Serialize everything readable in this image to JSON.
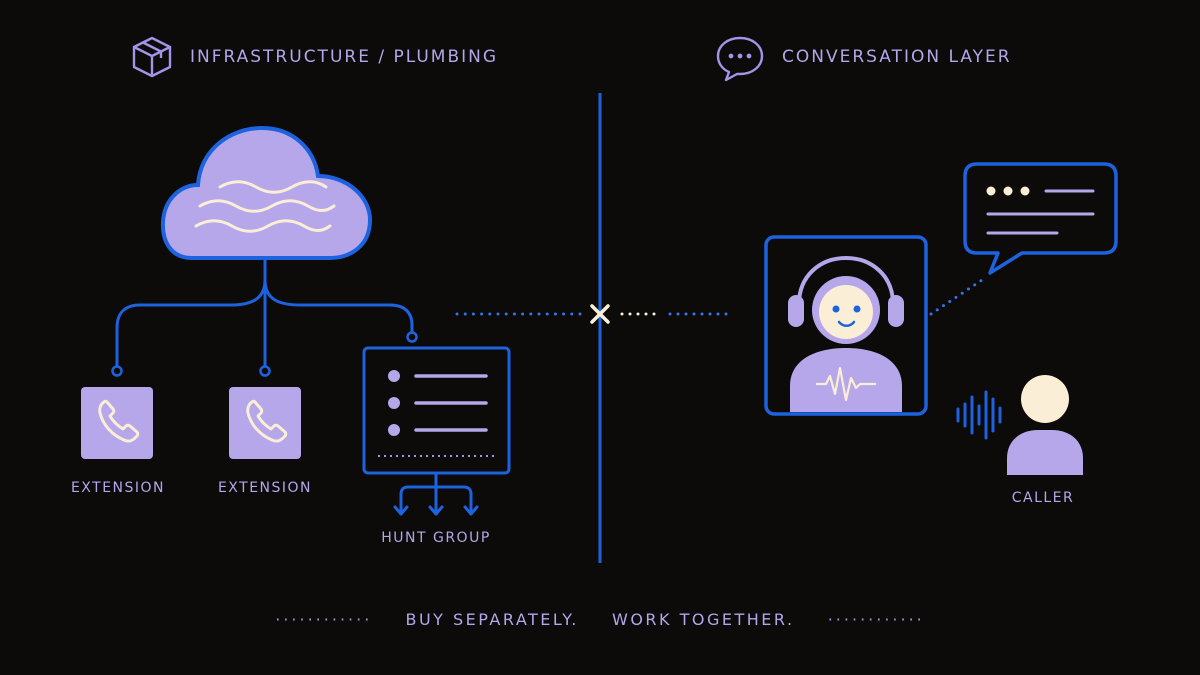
{
  "headers": {
    "left": "INFRASTRUCTURE / PLUMBING",
    "right": "CONVERSATION LAYER"
  },
  "labels": {
    "extension_1": "EXTENSION",
    "extension_2": "EXTENSION",
    "hunt_group": "HUNT GROUP",
    "caller": "CALLER"
  },
  "tagline": {
    "part1": "BUY SEPARATELY.",
    "part2": "WORK TOGETHER."
  },
  "icons": {
    "left_header": "cube-icon",
    "right_header": "chat-bubble-icon",
    "cloud": "cloud-icon",
    "extension": "phone-icon",
    "hunt_group": "list-icon",
    "ai_agent": "ai-agent-headset-icon",
    "speech": "speech-bubble-icon",
    "caller": "person-icon",
    "sound": "sound-wave-icon",
    "center": "x-mark-icon"
  },
  "colors": {
    "background": "#0d0a0a",
    "accent_blue": "#1d63e0",
    "lavender": "#b4a6ea",
    "cream": "#fbeed6"
  }
}
